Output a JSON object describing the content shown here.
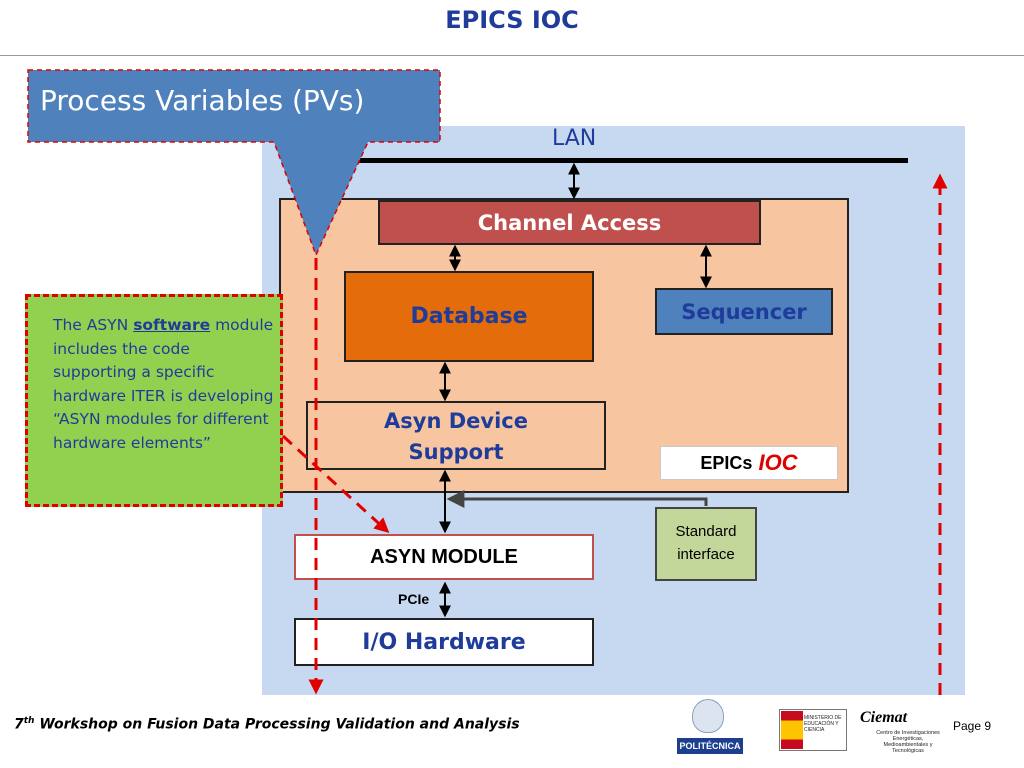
{
  "header": {
    "title": "EPICS IOC"
  },
  "callout": {
    "title": "Process Variables (PVs)"
  },
  "diagram": {
    "lan_label": "LAN",
    "channel_access": "Channel Access",
    "database": "Database",
    "sequencer": "Sequencer",
    "asyn_device_support_line1": "Asyn Device",
    "asyn_device_support_line2": "Support",
    "epics_ioc_prefix": "EPICs",
    "epics_ioc_suffix": "IOC",
    "asyn_module": "ASYN MODULE",
    "pcie": "PCIe",
    "io_hardware": "I/O Hardware",
    "standard_interface_line1": "Standard",
    "standard_interface_line2": "interface"
  },
  "note": {
    "prefix": "The ASYN ",
    "keyword": "software",
    "body": " module includes the code supporting a specific hardware ITER is developing “ASYN modules for different hardware elements”"
  },
  "footer": {
    "ordinal_number": "7",
    "ordinal_suffix": "th",
    "event": " Workshop on Fusion Data Processing Validation and Analysis",
    "page": "Page 9"
  },
  "logos": {
    "upm": "POLITÉCNICA",
    "ministry": "MINISTERIO DE EDUCACIÓN Y CIENCIA",
    "ciemat": "Ciemat",
    "ciemat_sub": "Centro de Investigaciones Energéticas, Medioambientales y Tecnológicas"
  },
  "colors": {
    "title_blue": "#1f3c9a",
    "lan_panel": "#c6d9f1",
    "ioc_box": "#f7c6a0",
    "channel_access": "#c0504d",
    "database": "#e46c0a",
    "sequencer": "#4f81bd",
    "note_green": "#92d050",
    "standard_interface": "#c4d79b",
    "dashed_red": "#e00000"
  }
}
